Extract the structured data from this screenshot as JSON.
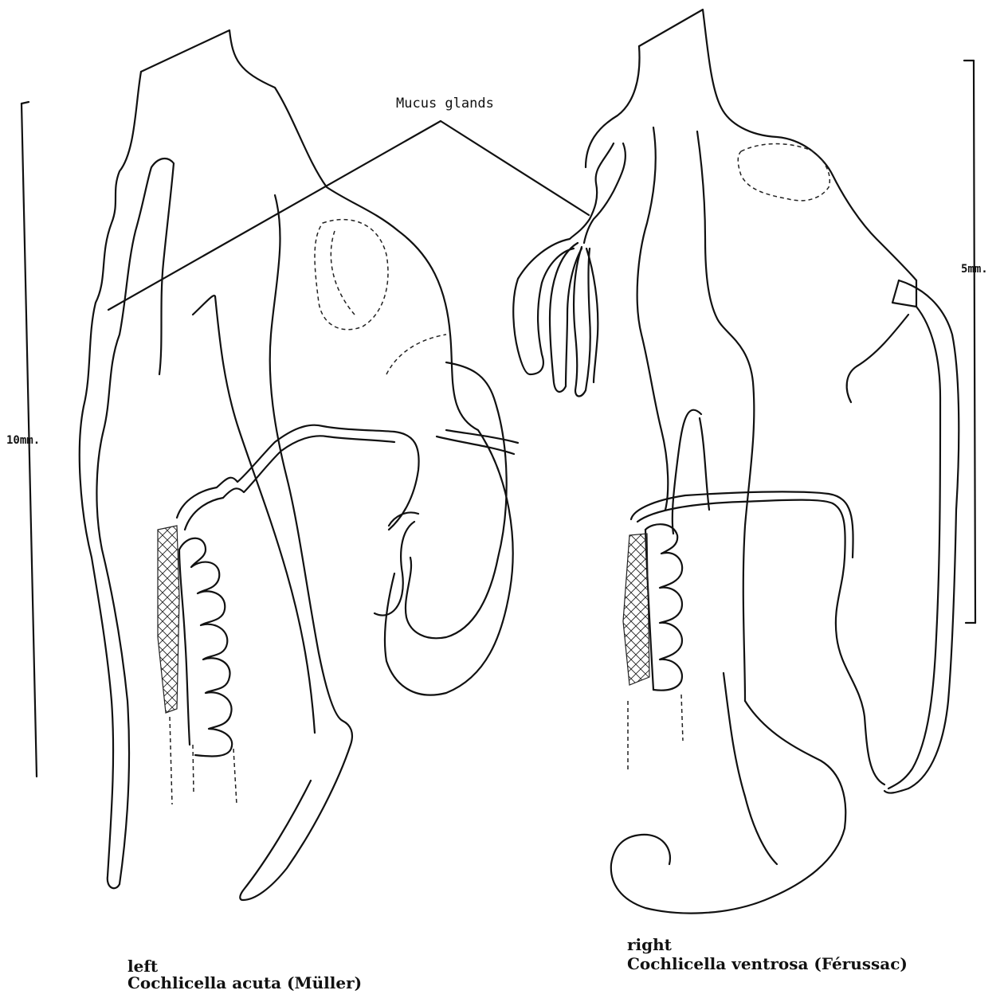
{
  "figure": {
    "callout": "Mucus glands",
    "scale_left": "10mm.",
    "scale_right": "5mm.",
    "left_specimen": {
      "position_label": "left",
      "species": "Cochlicella acuta (Müller)"
    },
    "right_specimen": {
      "position_label": "right",
      "species": "Cochlicella ventrosa (Férussac)"
    },
    "colors": {
      "ink": "#111111",
      "background": "#ffffff"
    }
  }
}
